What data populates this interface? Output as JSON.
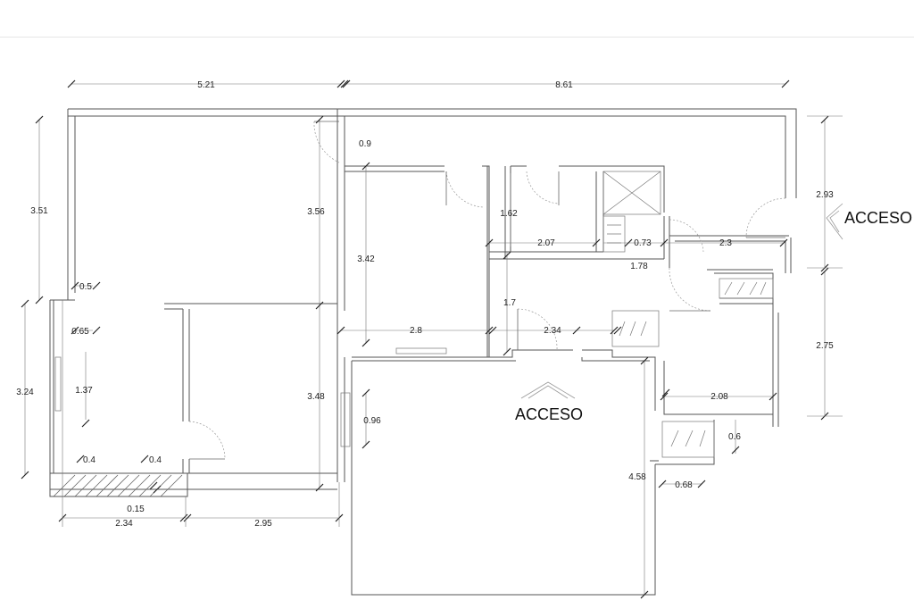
{
  "plan": {
    "entrances": [
      "ACCESO",
      "ACCESO"
    ],
    "dimensions": [
      "5.21",
      "8.61",
      "0.9",
      "3.51",
      "3.56",
      "2.93",
      "1.62",
      "2.07",
      "0.73",
      "2.3",
      "3.42",
      "1.78",
      "0.5",
      "0.65",
      "2.8",
      "1.7",
      "2.34",
      "2.75",
      "1.37",
      "3.24",
      "3.48",
      "2.08",
      "0.96",
      "0.6",
      "0.4",
      "0.4",
      "0.15",
      "4.58",
      "0.68",
      "2.34",
      "2.95"
    ]
  }
}
